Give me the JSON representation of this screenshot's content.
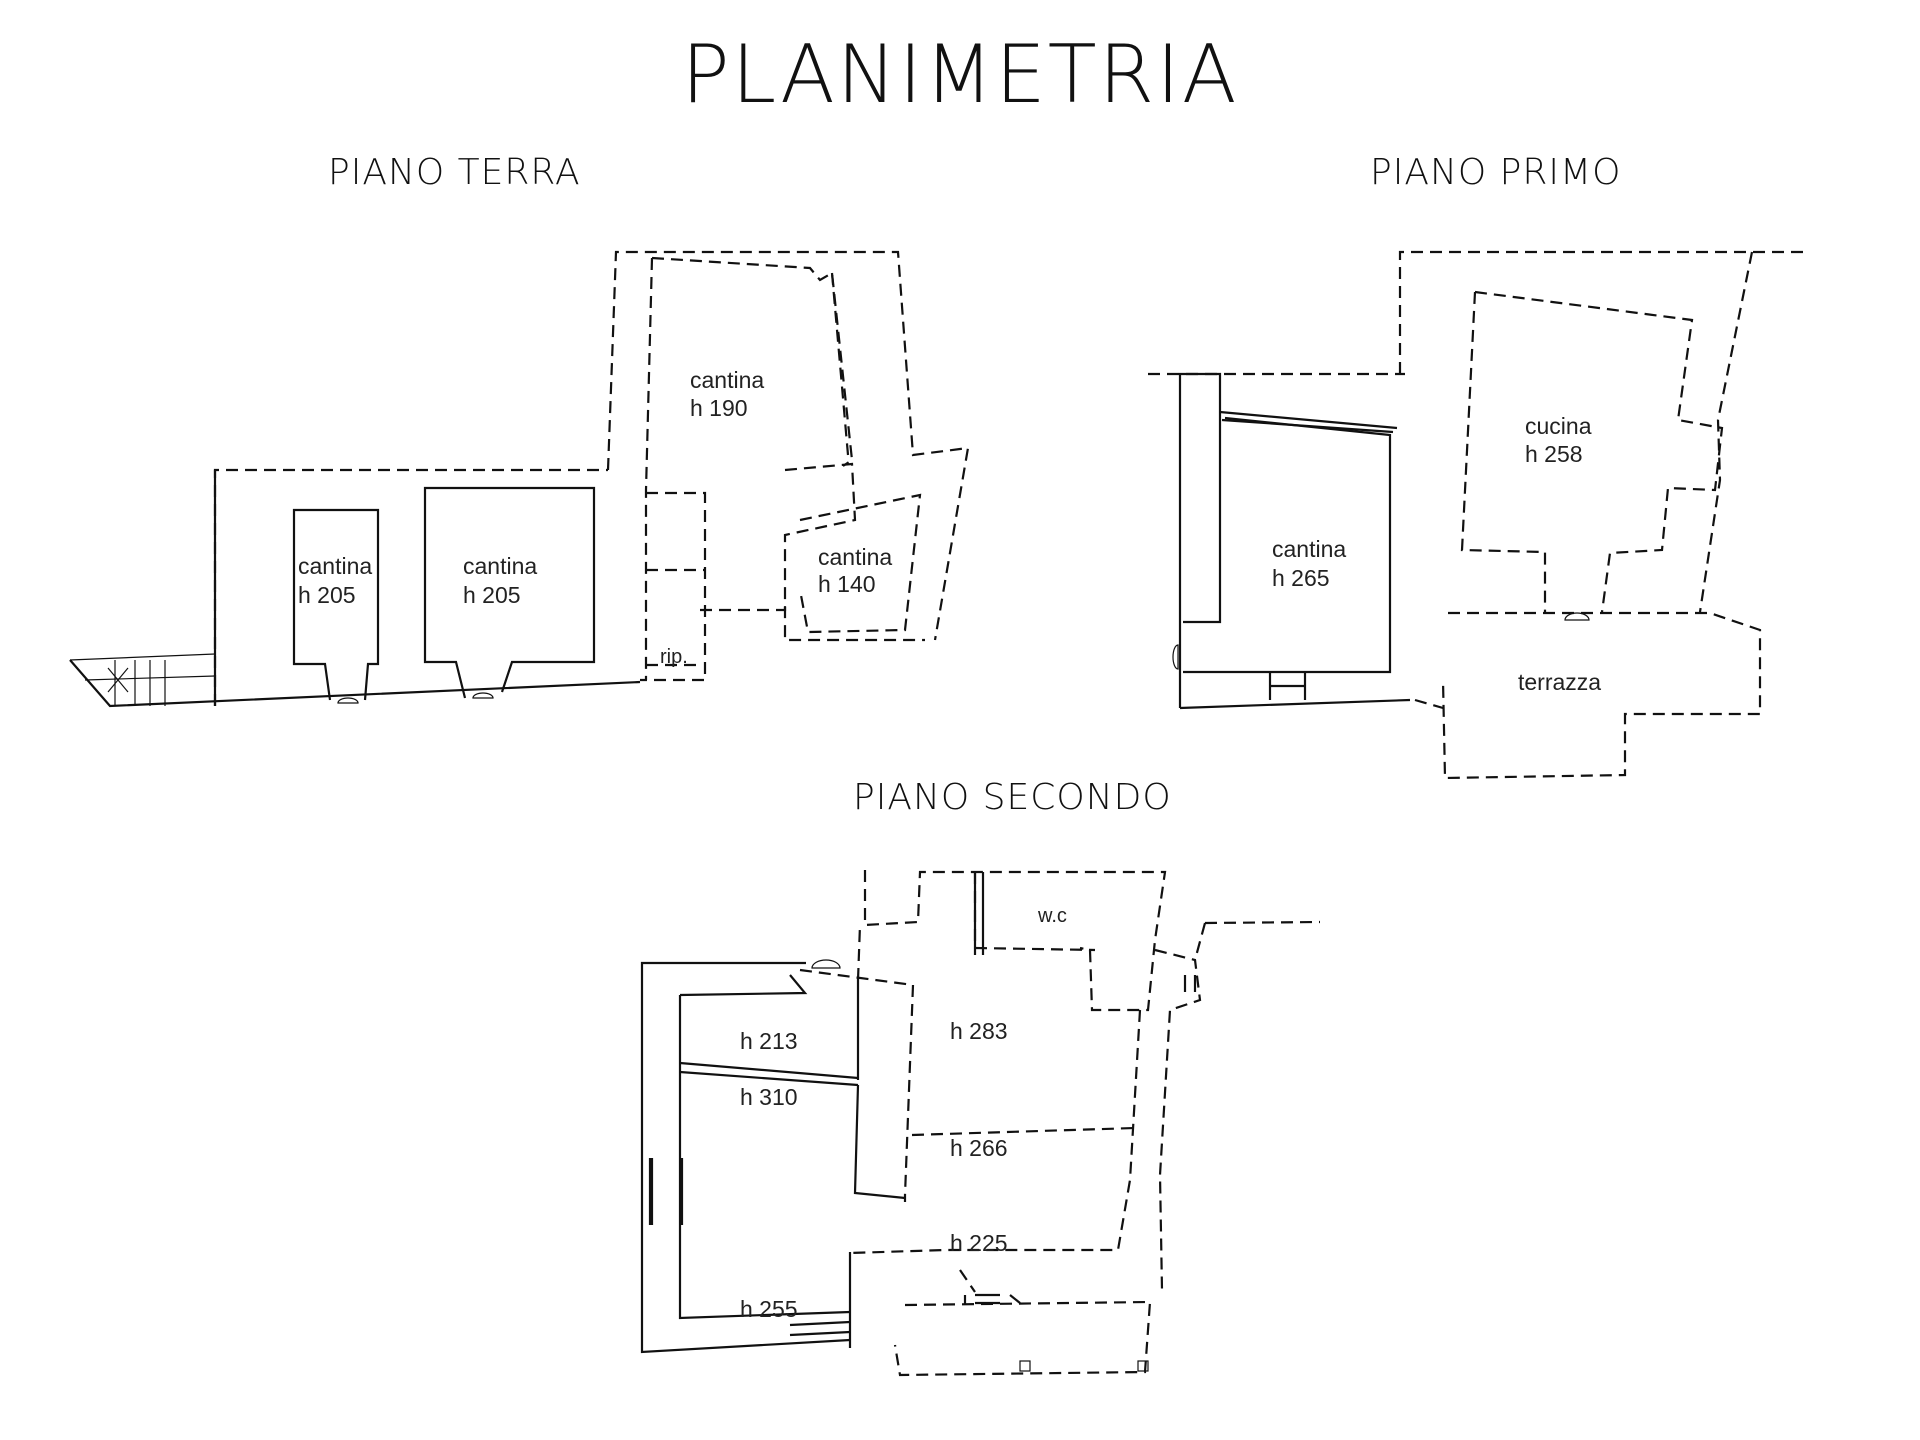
{
  "title": "PLANIMETRIA",
  "floors": {
    "terra": {
      "title": "PIANO TERRA",
      "rooms": [
        {
          "name": "cantina",
          "height": "h 205"
        },
        {
          "name": "cantina",
          "height": "h 205"
        },
        {
          "name": "cantina",
          "height": "h 190"
        },
        {
          "name": "cantina",
          "height": "h 140"
        },
        {
          "name": "rip.",
          "height": ""
        }
      ]
    },
    "primo": {
      "title": "PIANO PRIMO",
      "rooms": [
        {
          "name": "cantina",
          "height": "h 265"
        },
        {
          "name": "cucina",
          "height": "h 258"
        },
        {
          "name": "terrazza",
          "height": ""
        }
      ]
    },
    "secondo": {
      "title": "PIANO SECONDO",
      "rooms": [
        {
          "name": "w.c",
          "height": ""
        },
        {
          "name": "",
          "height": "h 213"
        },
        {
          "name": "",
          "height": "h 283"
        },
        {
          "name": "",
          "height": "h 310"
        },
        {
          "name": "",
          "height": "h 266"
        },
        {
          "name": "",
          "height": "h 225"
        },
        {
          "name": "",
          "height": "h 255"
        }
      ]
    }
  }
}
